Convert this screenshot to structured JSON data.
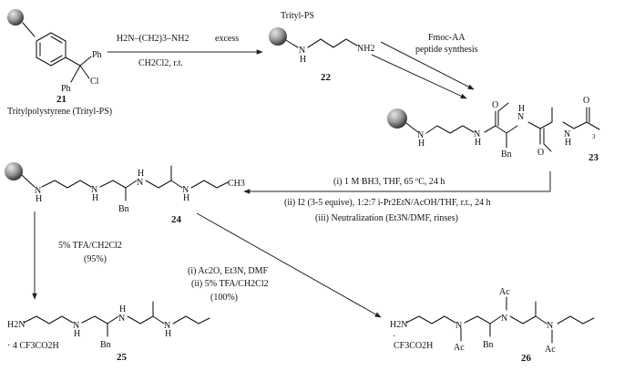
{
  "compounds": {
    "c21": {
      "number": "21",
      "name": "Tritylpolystyrene (Trityl-PS)",
      "atoms": [
        "Ph",
        "Ph",
        "Cl"
      ]
    },
    "c22": {
      "number": "22",
      "label": "Trityl-PS",
      "atoms": [
        "N",
        "H",
        "NH2"
      ]
    },
    "c23": {
      "number": "23"
    },
    "c24": {
      "number": "24"
    },
    "c25": {
      "number": "25",
      "salt": "· 4 CF3CO2H"
    },
    "c26": {
      "number": "26",
      "salt": "CF3CO2H"
    }
  },
  "reagents": {
    "step1_top": "H2N–(CH2)3–NH2",
    "step1_excess": "excess",
    "step1_bottom": "CH2Cl2, r.t.",
    "step2_line1": "Fmoc-AA",
    "step2_line2": "peptide synthesis",
    "step3_line1": "(i) 1 M BH3, THF, 65 ºC, 24 h",
    "step3_line2": "(ii) I2 (3-5 equive), 1:2:7 i-Pr2EtN/AcOH/THF, r.t., 24 h",
    "step3_line3": "(iii) Neutralization (Et3N/DMF, rinses)",
    "step4_line1": "5% TFA/CH2Cl2",
    "step4_line2": "(95%)",
    "step5_line1": "(i) Ac2O, Et3N, DMF",
    "step5_line2": "(ii) 5% TFA/CH2Cl2",
    "step5_line3": "(100%)"
  },
  "colors": {
    "bead_dark": "#3a3a3a",
    "bead_light": "#e6e6e6",
    "ink": "#111111"
  }
}
